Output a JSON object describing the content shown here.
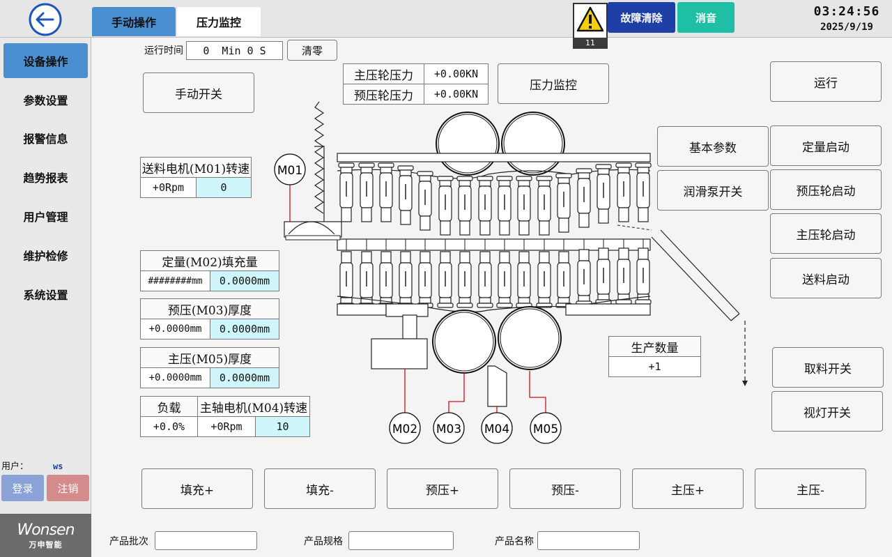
{
  "header": {
    "tabs": [
      {
        "label": "手动操作"
      },
      {
        "label": "压力监控"
      }
    ],
    "alarm_count": "11",
    "fault_clear_label": "故障清除",
    "mute_label": "消音",
    "time": "03:24:56",
    "date": "2025/9/19",
    "colors": {
      "active_tab": "#4a8fd0",
      "fault_button": "#1d3fa6",
      "mute_button": "#1fbfa5"
    }
  },
  "sidebar": {
    "items": [
      {
        "label": "设备操作",
        "active": true
      },
      {
        "label": "参数设置"
      },
      {
        "label": "报警信息"
      },
      {
        "label": "趋势报表"
      },
      {
        "label": "用户管理"
      },
      {
        "label": "维护检修"
      },
      {
        "label": "系统设置"
      }
    ],
    "user_label": "用户：",
    "user_name": "ws",
    "login_label": "登录",
    "logout_label": "注销",
    "logo_main": "Wonsen",
    "logo_sub": "万申智能"
  },
  "runtime": {
    "label": "运行时间",
    "value": "0  Min 0 S",
    "reset_label": "清零"
  },
  "pressure": {
    "main_label": "主压轮压力",
    "main_value": "+0.00KN",
    "pre_label": "预压轮压力",
    "pre_value": "+0.00KN"
  },
  "buttons": {
    "manual_switch": "手动开关",
    "pressure_monitor": "压力监控",
    "run": "运行",
    "basic_params": "基本参数",
    "dose_start": "定量启动",
    "lube_pump": "润滑泵开关",
    "pre_wheel_start": "预压轮启动",
    "main_wheel_start": "主压轮启动",
    "feed_start": "送料启动",
    "pick_switch": "取料开关",
    "lamp_switch": "视灯开关"
  },
  "feed_motor": {
    "title": "送料电机(M01)转速",
    "actual": "+0Rpm",
    "set": "0"
  },
  "fill": {
    "title": "定量(M02)填充量",
    "actual": "########mm",
    "set": "0.0000mm"
  },
  "pre_thickness": {
    "title": "预压(M03)厚度",
    "actual": "+0.0000mm",
    "set": "0.0000mm"
  },
  "main_thickness": {
    "title": "主压(M05)厚度",
    "actual": "+0.0000mm",
    "set": "0.0000mm"
  },
  "spindle": {
    "load_title": "负载",
    "load_value": "+0.0%",
    "title": "主轴电机(M04)转速",
    "actual": "+0Rpm",
    "set": "10"
  },
  "production": {
    "title": "生产数量",
    "value": "+1"
  },
  "motors": {
    "m01": "M01",
    "m02": "M02",
    "m03": "M03",
    "m04": "M04",
    "m05": "M05"
  },
  "jog_buttons": [
    "填充+",
    "填充-",
    "预压+",
    "预压-",
    "主压+",
    "主压-"
  ],
  "product": {
    "batch_label": "产品批次",
    "batch_value": "",
    "spec_label": "产品规格",
    "spec_value": "",
    "name_label": "产品名称",
    "name_value": ""
  }
}
